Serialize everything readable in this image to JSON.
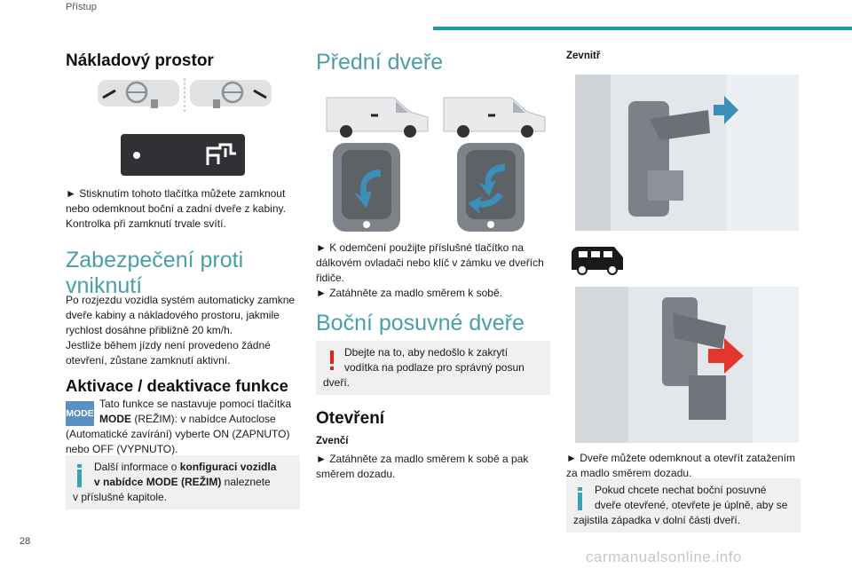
{
  "header": {
    "section": "Přístup",
    "page_number": "28",
    "watermark": "carmanualsonline.info"
  },
  "col1": {
    "title": "Nákladový prostor",
    "button_desc": [
      "► Stisknutím tohoto tlačítka můžete zamknout",
      "nebo odemknout boční a zadní dveře z kabiny.",
      "Kontrolka při zamknutí trvale svítí."
    ],
    "anti_intrusion_title": [
      "Zabezpečení proti",
      "vniknutí"
    ],
    "anti_intrusion_text": [
      "Po rozjezdu vozidla systém automaticky zamkne",
      "dveře kabiny a nákladového prostoru, jakmile",
      "rychlost dosáhne přibližně 20 km/h.",
      "Jestliže během jízdy není provedeno žádné",
      "otevření, zůstane zamknutí aktivní."
    ],
    "activation_title": "Aktivace / deaktivace funkce",
    "mode_icon_label": "MODE",
    "activation_line1": "Tato funkce se nastavuje pomocí tlačítka",
    "activation_mode_bold": "MODE",
    "activation_line2_rest": " (REŽIM): v nabídce Autoclose",
    "activation_line3": "(Automatické zavírání) vyberte ON (ZAPNUTO)",
    "activation_line4": "nebo OFF (VYPNUTO).",
    "info_a": "Další informace o ",
    "info_b": "konfiguraci vozidla",
    "info_c": "v nabídce MODE (REŽIM)",
    "info_d": " naleznete",
    "info_e": "v příslušné kapitole."
  },
  "col2": {
    "title": "Přední dveře",
    "front_text": [
      "► K odemčení použijte příslušné tlačítko na",
      "dálkovém ovladači nebo klíč v zámku ve dveřích",
      "řidiče.",
      "► Zatáhněte za madlo směrem k sobě."
    ],
    "sliding_title": "Boční posuvné dveře",
    "warning": [
      "Dbejte na to, aby nedošlo k zakrytí",
      "vodítka na podlaze pro správný posun",
      "dveří."
    ],
    "opening_title": "Otevření",
    "outside_label": "Zvenčí",
    "outside_text": [
      "► Zatáhněte za madlo směrem k sobě a pak",
      "směrem dozadu."
    ]
  },
  "col3": {
    "inside_label": "Zevnitř",
    "text": [
      "► Dveře můžete odemknout a otevřít zatažením",
      "za madlo směrem dozadu."
    ],
    "info": [
      "Pokud chcete nechat boční posuvné",
      "dveře otevřené, otevřete je úplně, aby se",
      "zajistila západka v dolní části dveří."
    ]
  },
  "colors": {
    "accent": "#4a9fa7",
    "rule": "#1f9aa3",
    "info_icon": "#3aa2b8",
    "warning_icon": "#e2231a",
    "arrow_blue": "#3b8fb8"
  }
}
